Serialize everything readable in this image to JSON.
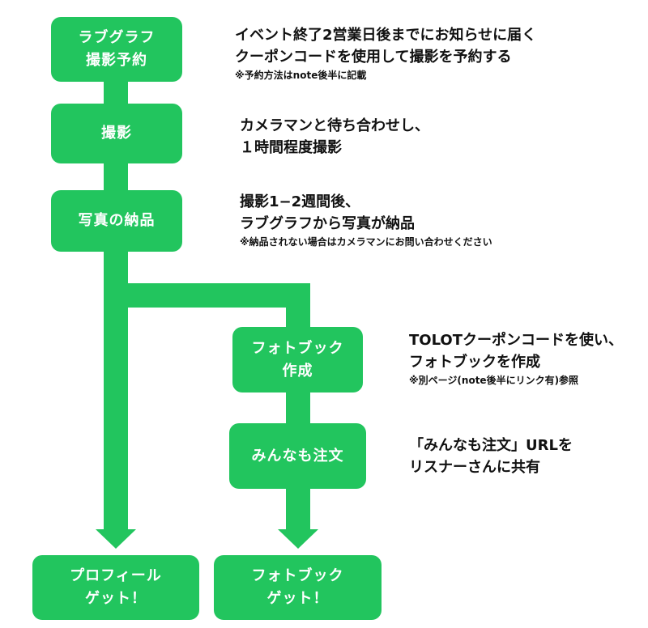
{
  "colors": {
    "accent": "#22c55e",
    "text": "#111111",
    "box_text": "#ffffff"
  },
  "boxes": {
    "reserve": {
      "line1": "ラブグラフ",
      "line2": "撮影予約"
    },
    "shoot": {
      "line1": "撮影"
    },
    "delivery": {
      "line1": "写真の納品"
    },
    "photobook_create": {
      "line1": "フォトブック",
      "line2": "作成"
    },
    "share_order": {
      "line1": "みんなも注文"
    },
    "profile_get": {
      "line1": "プロフィール",
      "line2": "ゲット！"
    },
    "photobook_get": {
      "line1": "フォトブック",
      "line2": "ゲット！"
    }
  },
  "notes": {
    "reserve": {
      "line1": "イベント終了2営業日後までにお知らせに届く",
      "line2": "クーポンコードを使用して撮影を予約する",
      "sub": "※予約方法はnote後半に記載"
    },
    "shoot": {
      "line1": "カメラマンと待ち合わせし、",
      "line2": "１時間程度撮影"
    },
    "delivery": {
      "line1": "撮影1−2週間後、",
      "line2": "ラブグラフから写真が納品",
      "sub": "※納品されない場合はカメラマンにお問い合わせください"
    },
    "photobook_create": {
      "line1": "TOLOTクーポンコードを使い、",
      "line2": "フォトブックを作成",
      "sub": "※別ページ(note後半にリンク有)参照"
    },
    "share_order": {
      "line1": "「みんなも注文」URLを",
      "line2": "リスナーさんに共有"
    }
  }
}
